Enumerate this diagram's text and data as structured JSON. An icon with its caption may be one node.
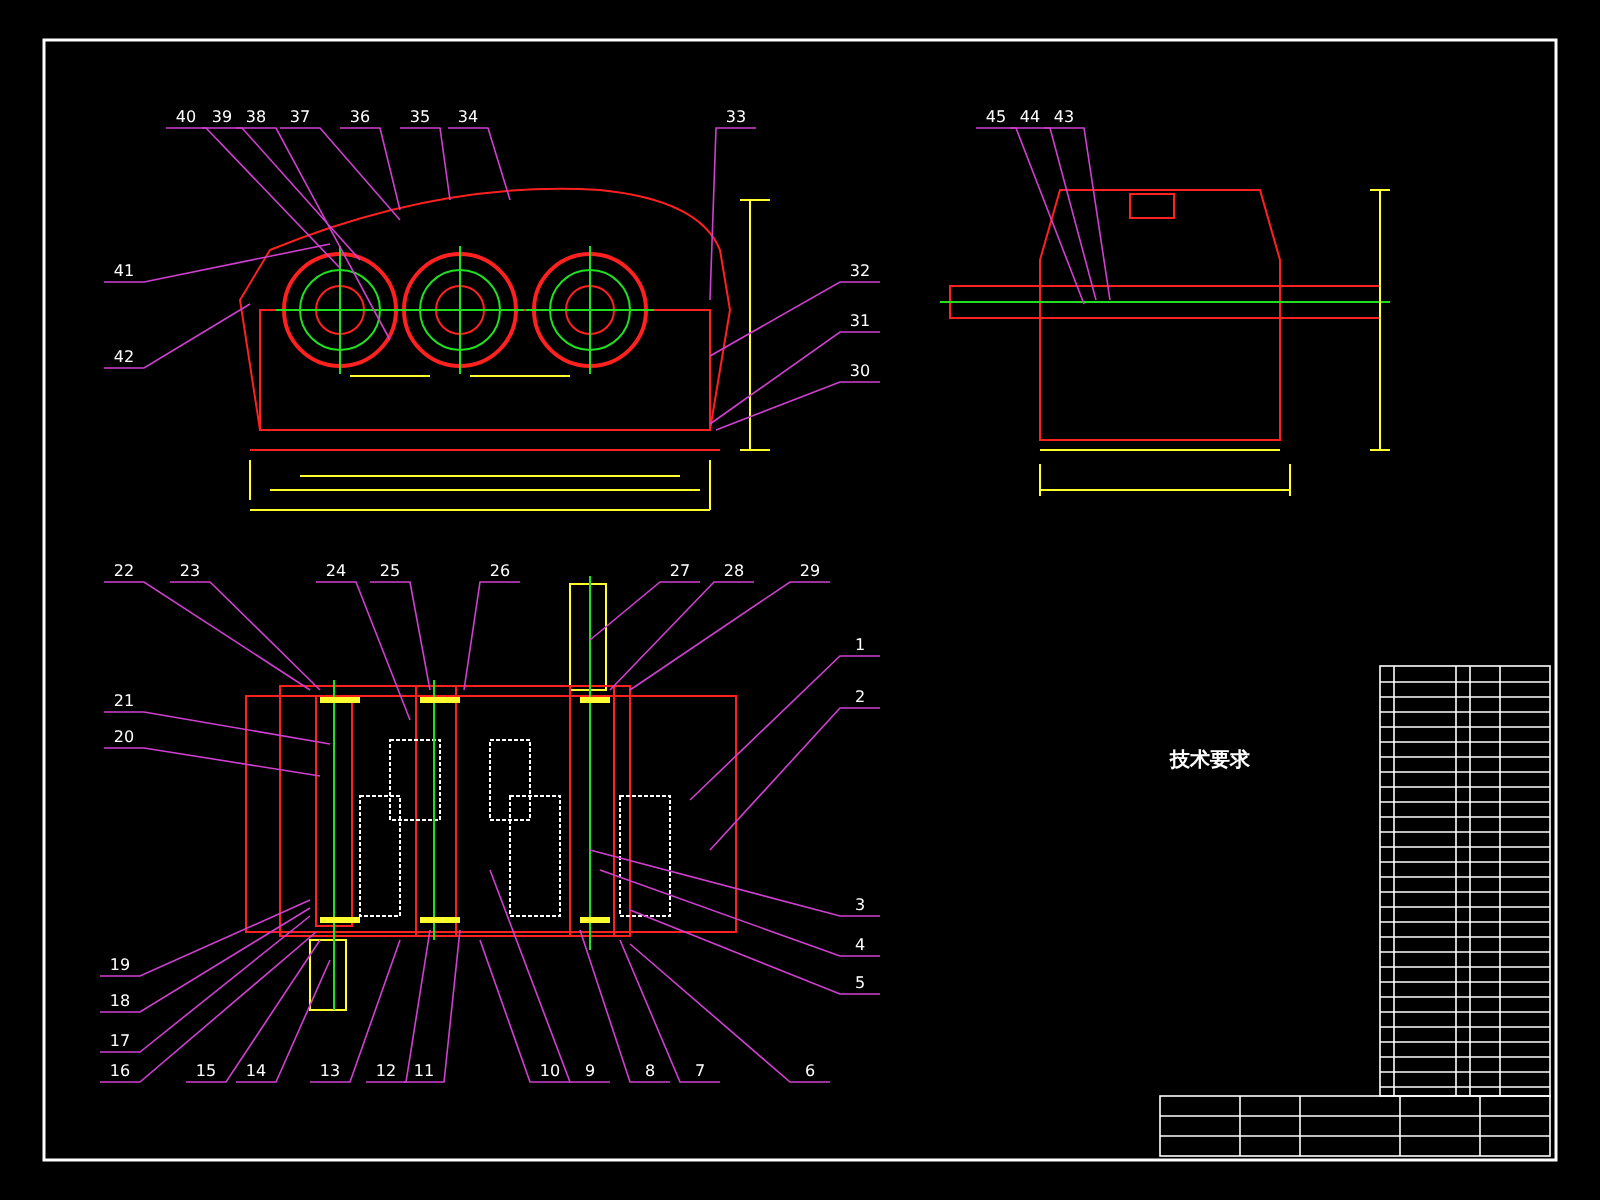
{
  "diagram": {
    "nodes": [
      {
        "text": [
          "1"
        ]
      },
      {
        "text": [
          "2"
        ]
      },
      {
        "text": [
          "3"
        ]
      },
      {
        "text": [
          "4"
        ]
      },
      {
        "text": [
          "5"
        ]
      },
      {
        "text": [
          "6"
        ]
      },
      {
        "text": [
          "7"
        ]
      },
      {
        "text": [
          "8"
        ]
      },
      {
        "text": [
          "9"
        ]
      },
      {
        "text": [
          "10"
        ]
      },
      {
        "text": [
          "11"
        ]
      },
      {
        "text": [
          "12"
        ]
      },
      {
        "text": [
          "13"
        ]
      },
      {
        "text": [
          "14"
        ]
      },
      {
        "text": [
          "15"
        ]
      },
      {
        "text": [
          "16"
        ]
      },
      {
        "text": [
          "17"
        ]
      },
      {
        "text": [
          "18"
        ]
      },
      {
        "text": [
          "19"
        ]
      },
      {
        "text": [
          "20"
        ]
      },
      {
        "text": [
          "21"
        ]
      },
      {
        "text": [
          "22"
        ]
      },
      {
        "text": [
          "23"
        ]
      },
      {
        "text": [
          "24"
        ]
      },
      {
        "text": [
          "25"
        ]
      },
      {
        "text": [
          "26"
        ]
      },
      {
        "text": [
          "27"
        ]
      },
      {
        "text": [
          "28"
        ]
      },
      {
        "text": [
          "29"
        ]
      },
      {
        "text": [
          "30"
        ]
      },
      {
        "text": [
          "31"
        ]
      },
      {
        "text": [
          "32"
        ]
      },
      {
        "text": [
          "33"
        ]
      },
      {
        "text": [
          "34"
        ]
      },
      {
        "text": [
          "35"
        ]
      },
      {
        "text": [
          "36"
        ]
      },
      {
        "text": [
          "37"
        ]
      },
      {
        "text": [
          "38"
        ]
      },
      {
        "text": [
          "39"
        ]
      },
      {
        "text": [
          "40"
        ]
      },
      {
        "text": [
          "41"
        ]
      },
      {
        "text": [
          "42"
        ]
      },
      {
        "text": [
          "43"
        ]
      },
      {
        "text": [
          "44"
        ]
      },
      {
        "text": [
          "45"
        ]
      }
    ],
    "edges": [
      {
        "from": 0,
        "to": null,
        "arrow": "none"
      },
      {
        "from": 1,
        "to": null,
        "arrow": "none"
      },
      {
        "from": 2,
        "to": null,
        "arrow": "none"
      },
      {
        "from": 3,
        "to": null,
        "arrow": "none"
      },
      {
        "from": 4,
        "to": null,
        "arrow": "none"
      },
      {
        "from": 5,
        "to": null,
        "arrow": "none"
      },
      {
        "from": 6,
        "to": null,
        "arrow": "none"
      },
      {
        "from": 7,
        "to": null,
        "arrow": "none"
      },
      {
        "from": 8,
        "to": null,
        "arrow": "none"
      },
      {
        "from": 9,
        "to": null,
        "arrow": "none"
      },
      {
        "from": 10,
        "to": null,
        "arrow": "none"
      },
      {
        "from": 11,
        "to": null,
        "arrow": "none"
      },
      {
        "from": 12,
        "to": null,
        "arrow": "none"
      },
      {
        "from": 13,
        "to": null,
        "arrow": "none"
      },
      {
        "from": 14,
        "to": null,
        "arrow": "none"
      },
      {
        "from": 15,
        "to": null,
        "arrow": "none"
      },
      {
        "from": 16,
        "to": null,
        "arrow": "none"
      },
      {
        "from": 17,
        "to": null,
        "arrow": "none"
      },
      {
        "from": 18,
        "to": null,
        "arrow": "none"
      },
      {
        "from": 19,
        "to": null,
        "arrow": "none"
      },
      {
        "from": 20,
        "to": null,
        "arrow": "none"
      },
      {
        "from": 21,
        "to": null,
        "arrow": "none"
      },
      {
        "from": 22,
        "to": null,
        "arrow": "none"
      },
      {
        "from": 23,
        "to": null,
        "arrow": "none"
      },
      {
        "from": 24,
        "to": null,
        "arrow": "none"
      },
      {
        "from": 25,
        "to": null,
        "arrow": "none"
      },
      {
        "from": 26,
        "to": null,
        "arrow": "none"
      },
      {
        "from": 27,
        "to": null,
        "arrow": "none"
      },
      {
        "from": 28,
        "to": null,
        "arrow": "none"
      },
      {
        "from": 29,
        "to": null,
        "arrow": "none"
      },
      {
        "from": 30,
        "to": null,
        "arrow": "none"
      },
      {
        "from": 31,
        "to": null,
        "arrow": "none"
      },
      {
        "from": 32,
        "to": null,
        "arrow": "none"
      },
      {
        "from": 33,
        "to": null,
        "arrow": "none"
      },
      {
        "from": 34,
        "to": null,
        "arrow": "none"
      },
      {
        "from": 35,
        "to": null,
        "arrow": "none"
      },
      {
        "from": 36,
        "to": null,
        "arrow": "none"
      },
      {
        "from": 37,
        "to": null,
        "arrow": "none"
      },
      {
        "from": 38,
        "to": null,
        "arrow": "none"
      },
      {
        "from": 39,
        "to": null,
        "arrow": "none"
      },
      {
        "from": 40,
        "to": null,
        "arrow": "none"
      },
      {
        "from": 41,
        "to": null,
        "arrow": "none"
      },
      {
        "from": 42,
        "to": null,
        "arrow": "none"
      },
      {
        "from": 43,
        "to": null,
        "arrow": "none"
      },
      {
        "from": 44,
        "to": null,
        "arrow": "none"
      }
    ],
    "labels": [
      "技术要求"
    ]
  }
}
